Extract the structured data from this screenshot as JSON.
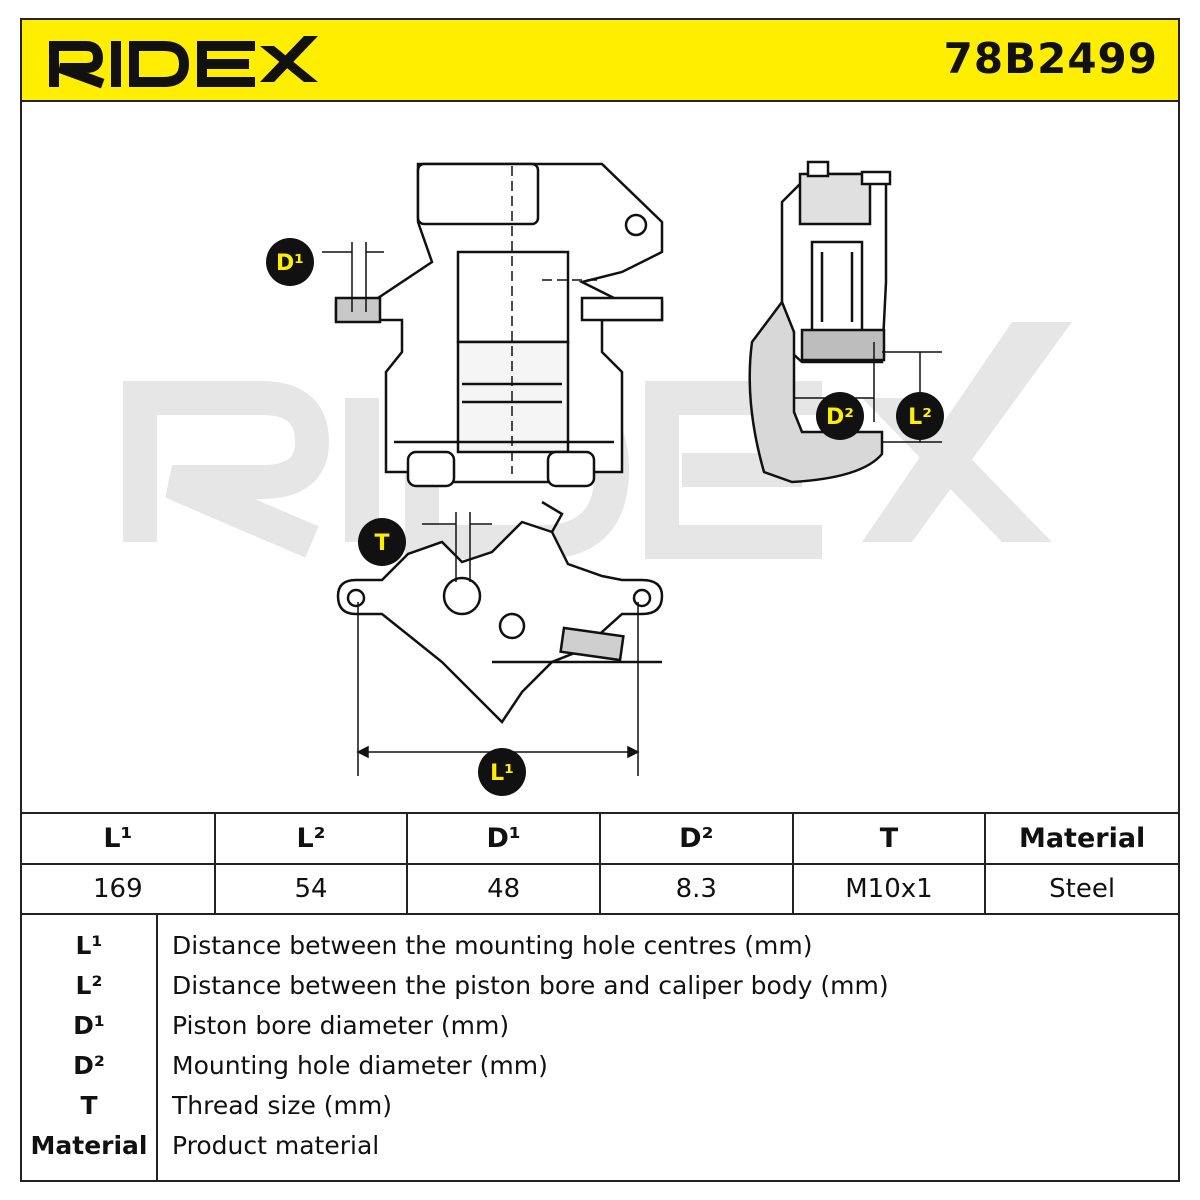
{
  "header": {
    "brand": "RIDEX",
    "part_number": "78B2499"
  },
  "labels": {
    "d1": "D¹",
    "d2": "D²",
    "l1": "L¹",
    "l2": "L²",
    "t": "T"
  },
  "spec_table": {
    "headers": [
      "L¹",
      "L²",
      "D¹",
      "D²",
      "T",
      "Material"
    ],
    "values": [
      "169",
      "54",
      "48",
      "8.3",
      "M10x1",
      "Steel"
    ]
  },
  "legend": [
    {
      "key": "L¹",
      "desc": "Distance between the mounting hole centres (mm)"
    },
    {
      "key": "L²",
      "desc": "Distance between the piston bore and caliper body (mm)"
    },
    {
      "key": "D¹",
      "desc": "Piston bore diameter (mm)"
    },
    {
      "key": "D²",
      "desc": "Mounting hole diameter (mm)"
    },
    {
      "key": "T",
      "desc": "Thread size (mm)"
    },
    {
      "key": "Material",
      "desc": "Product material"
    }
  ],
  "colors": {
    "accent": "#ffee00",
    "ink": "#111111",
    "watermark": "#e6e6e6"
  }
}
